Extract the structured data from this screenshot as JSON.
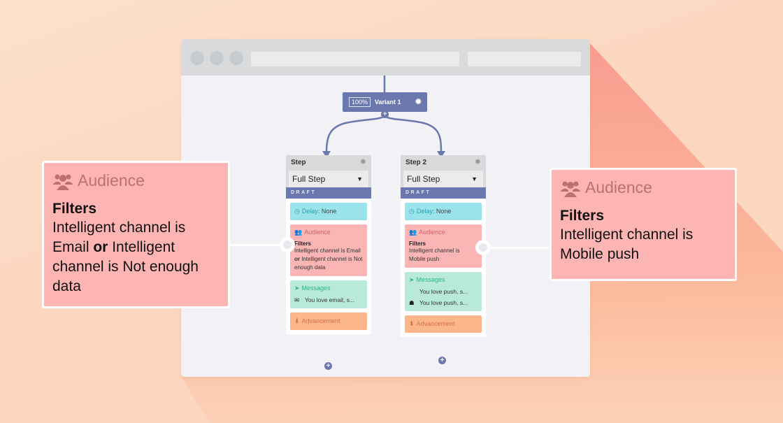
{
  "colors": {
    "background": "#fde0cc",
    "accent": "#6b78ad",
    "delay": "#9ae3ea",
    "audience": "#fbb5b5",
    "messages": "#b9ead8",
    "advancement": "#fdb68b"
  },
  "variant": {
    "percent": "100%",
    "label": "Variant 1",
    "gear_icon": "gear-icon",
    "add_icon": "plus-circle-icon"
  },
  "steps": [
    {
      "title": "Step",
      "select_value": "Full Step",
      "status": "DRAFT",
      "delay_label": "Delay:",
      "delay_value": "None",
      "audience_label": "Audience",
      "filters_label": "Filters",
      "filters_text_1": "Intelligent channel is Email ",
      "filters_or": "or",
      "filters_text_2": " Intelligent channel is Not enough data",
      "messages_label": "Messages",
      "messages": [
        {
          "icon": "envelope-icon",
          "text": "You love email, s..."
        }
      ],
      "advancement_label": "Advancement"
    },
    {
      "title": "Step 2",
      "select_value": "Full Step",
      "status": "DRAFT",
      "delay_label": "Delay:",
      "delay_value": "None",
      "audience_label": "Audience",
      "filters_label": "Filters",
      "filters_text_1": "Intelligent channel is Mobile push",
      "messages_label": "Messages",
      "messages": [
        {
          "icon": "apple-icon",
          "text": "You love push, s..."
        },
        {
          "icon": "android-icon",
          "text": "You love push, s..."
        }
      ],
      "advancement_label": "Advancement"
    }
  ],
  "callouts": [
    {
      "title": "Audience",
      "filters_label": "Filters",
      "text_1": "Intelligent channel is Email ",
      "or": "or",
      "text_2": " Intelligent channel is Not enough data"
    },
    {
      "title": "Audience",
      "filters_label": "Filters",
      "text_1": "Intelligent channel is Mobile push"
    }
  ]
}
